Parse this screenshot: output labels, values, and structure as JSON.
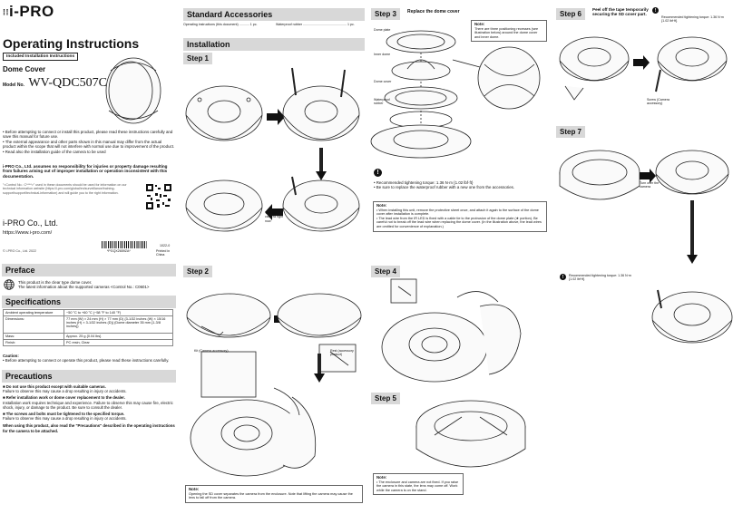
{
  "brand": {
    "logo_text": "i-PRO"
  },
  "cover": {
    "title": "Operating Instructions",
    "included_badge": "Included Installation Instructions",
    "product_type": "Dome Cover",
    "model_label": "Model No.",
    "model_no": "WV-QDC507C",
    "bullets": [
      "Before attempting to connect or install this product, please read these instructions carefully and save this manual for future use.",
      "The external appearance and other parts shown in this manual may differ from the actual product within the scope that will not interfere with normal use due to improvement of the product.",
      "Read also the installation guide of the camera to be used"
    ],
    "disclaimer": "i-PRO Co., Ltd. assumes no responsibility for injuries or property damage resulting from failures arising out of improper installation or operation inconsistent with this documentation.",
    "control_no_note": "\"<Control No.: C****>\" used in these documents should be used for information on our technical information website (https://i-pro.com/global/en/surveillance/training-support/support/technical-information) and will guide you to the right information.",
    "company": "i-PRO Co., Ltd.",
    "url": "https://www.i-pro.com/",
    "copyright": "© i-PRO Co., Ltd. 2022",
    "barcode_text": "*PGQX2659ZA*",
    "print_code": "1022-0",
    "printed_in": "Printed in China"
  },
  "preface": {
    "header": "Preface",
    "text1": "This product is the clear type dome cover.",
    "text2": "The latest information about the supported cameras <Control No.: C0601>"
  },
  "specifications": {
    "header": "Specifications",
    "rows": [
      {
        "label": "Ambient operating temperature",
        "value": "−50 °C to +60 °C (−58 °F to 140 °F)"
      },
      {
        "label": "Dimensions:",
        "value": "77 mm (W) × 24 mm (H) × 77 mm (D) {3-1/32 inches (W) × 15/16 inches (H) × 3-1/32 inches (D)} (Dome diameter 35 mm {1-3/8 inches})"
      },
      {
        "label": "Mass:",
        "value": "Approx. 25 g {0.04 lbs}"
      },
      {
        "label": "Finish:",
        "value": "PC resin, Clear"
      }
    ],
    "caution_title": "Caution:",
    "caution_text": "Before attempting to connect or operate this product, please read these instructions carefully."
  },
  "precautions": {
    "header": "Precautions",
    "items": [
      {
        "title": "Do not use this product except with suitable cameras.",
        "text": "Failure to observe this may cause a drop resulting in injury or accidents."
      },
      {
        "title": "Refer installation work or dome cover replacement to the dealer.",
        "text": "Installation work requires technique and experience. Failure to observe this may cause fire, electric shock, injury, or damage to the product. Be sure to consult the dealer."
      },
      {
        "title": "The screws and bolts must be tightened to the specified torque.",
        "text": "Failure to observe this may cause a drop resulting in injury or accidents."
      }
    ],
    "footer": "When using this product, also read the \"Precautions\" described in the operating instructions for the camera to be attached."
  },
  "accessories": {
    "header": "Standard Accessories",
    "item1": "Operating instructions (this document) ........... 1 pc.",
    "item2": "Waterproof rubber ................................................ 1 pc."
  },
  "installation": {
    "header": "Installation",
    "step1": "Step 1",
    "turn_label": "Turn the camera right now",
    "step2": "Step 2",
    "kit_label": "Kit (Camera accessory)",
    "rest_label": "Rest (accessory product)",
    "note_title": "Note:",
    "note_text": "Opening the SD cover separates the camera from the enclosure. Note that lifting the camera may cause the lens to fall off from the camera."
  },
  "step3": {
    "label": "Step 3",
    "title": "Replace the dome cover",
    "parts": [
      "Dome plate",
      "Inner dome",
      "Dome cover",
      "Waterproof rubber"
    ],
    "note_title": "Note:",
    "note_text": "There are three positioning recesses (see illustration below) around the dome cover and inner dome.",
    "torque": "Recommended tightening torque: 1.36 N·m {1.02 lbf·ft}",
    "torque_sub": "Be sure to replace the waterproof rubber with a new one from the accessories.",
    "note2_title": "Note:",
    "note2_items": [
      "When installing this unit, remove the protective sheet once, and attach it again to the surface of the dome cover after installation is complete.",
      "The lead wire from the IR LED is fixed with a cable tie to the protrusion of the dome plate (★ portion). Be careful not to break off the lead wire when replacing the dome cover. (In the illustration above, the lead wires are omitted for convenience of explanation.)"
    ]
  },
  "step4": {
    "label": "Step 4"
  },
  "step5": {
    "label": "Step 5",
    "note_title": "Note:",
    "note_text": "The enclosure and camera are not fixed. If you raise the camera in this state, the lens may come off. Work while the camera is on the stand."
  },
  "step6": {
    "label": "Step 6",
    "title": "Peel off the tape temporarily securing the SD cover part.",
    "torque": "Recommended tightening torque: 1.36 N·m {1.02 lbf·ft}",
    "screw_label": "Screw (Camera accessory)"
  },
  "step7": {
    "label": "Step 7",
    "turn_label": "Turn over the camera",
    "torque": "Recommended tightening torque: 1.36 N·m {1.02 lbf·ft}"
  }
}
